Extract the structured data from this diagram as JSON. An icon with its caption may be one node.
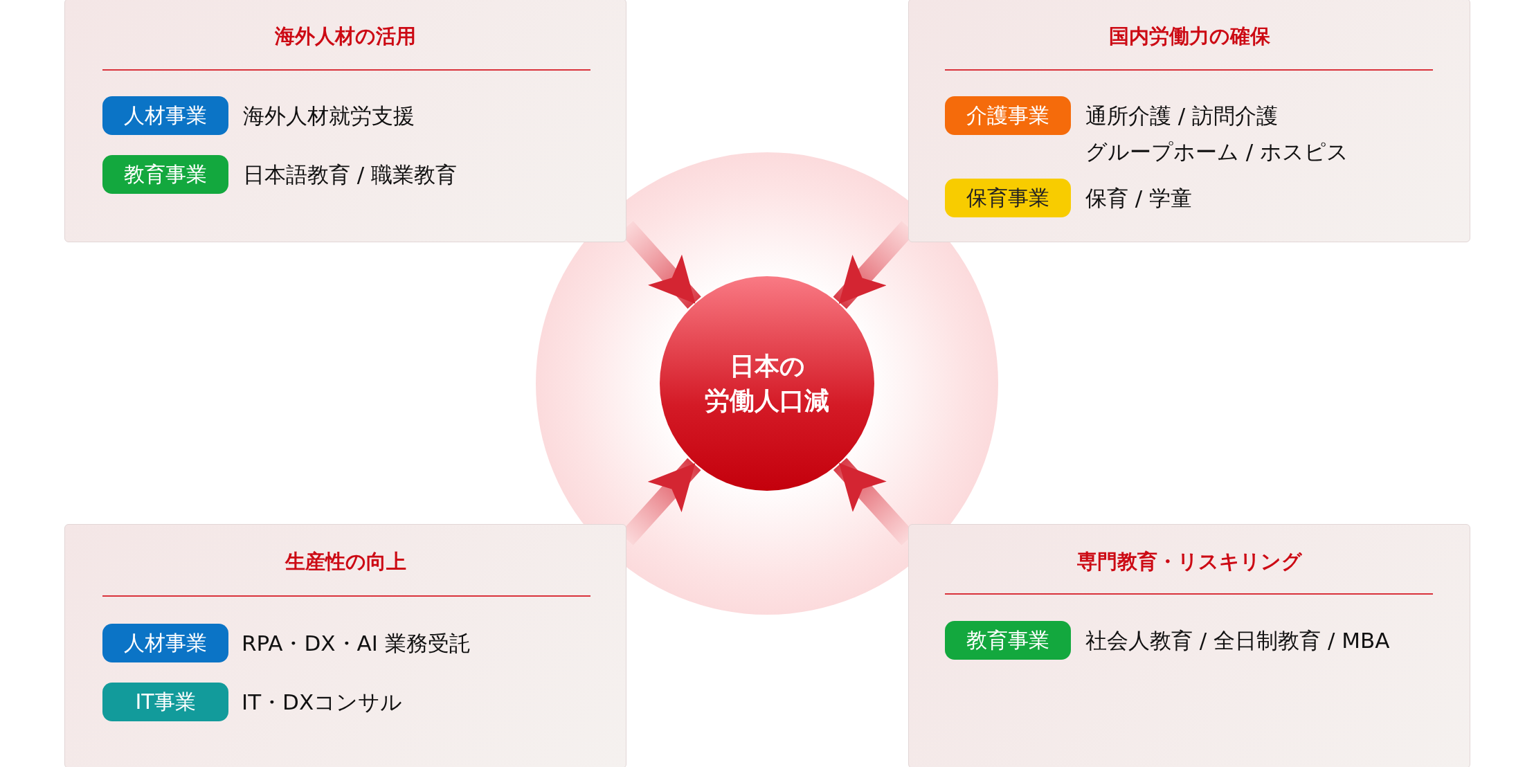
{
  "diagram": {
    "nodes": [
      {
        "text": [
          "海外人材の活用"
        ]
      },
      {
        "text": [
          "人材事業"
        ],
        "in": 0,
        "beside": [
          "海外人材就労支援"
        ]
      },
      {
        "text": [
          "教育事業"
        ],
        "in": 0,
        "beside": [
          "日本語教育 / 職業教育"
        ]
      },
      {
        "text": [
          "国内労働力の確保"
        ]
      },
      {
        "text": [
          "介護事業"
        ],
        "in": 3,
        "beside": [
          "通所介護 / 訪問介護",
          "グループホーム / ホスピス"
        ]
      },
      {
        "text": [
          "保育事業"
        ],
        "in": 3,
        "beside": [
          "保育 / 学童"
        ]
      },
      {
        "text": [
          "生産性の向上"
        ]
      },
      {
        "text": [
          "人材事業"
        ],
        "in": 6,
        "beside": [
          "RPA・DX・AI 業務受託"
        ]
      },
      {
        "text": [
          "IT事業"
        ],
        "in": 6,
        "beside": [
          "IT・DXコンサル"
        ]
      },
      {
        "text": [
          "専門教育・リスキリング"
        ]
      },
      {
        "text": [
          "教育事業"
        ],
        "in": 9,
        "beside": [
          "社会人教育 / 全日制教育 / MBA"
        ]
      },
      {
        "text": [],
        "shape": "circle"
      },
      {
        "text": [
          "日本の",
          "労働人口減"
        ],
        "in": 11
      }
    ],
    "edges": [
      {
        "from": 0,
        "to": 12,
        "arrow": "to"
      },
      {
        "from": 3,
        "to": 12,
        "arrow": "to"
      },
      {
        "from": 6,
        "to": 12,
        "arrow": "to"
      },
      {
        "from": 9,
        "to": 12,
        "arrow": "to"
      }
    ]
  }
}
